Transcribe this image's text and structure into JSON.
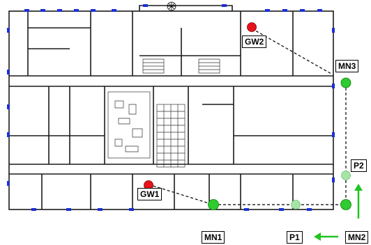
{
  "colors": {
    "gateway": "#e8121c",
    "mesh_node": "#2ecc2e",
    "probe_node": "#a6e3a6",
    "link": "#000000",
    "arrow": "#22c322",
    "wall": "#1a1a1a",
    "window": "#1c2fd6"
  },
  "nodes": {
    "gw1": {
      "label": "GW1",
      "type": "gateway"
    },
    "gw2": {
      "label": "GW2",
      "type": "gateway"
    },
    "mn1": {
      "label": "MN1",
      "type": "mesh_node"
    },
    "mn2": {
      "label": "MN2",
      "type": "mesh_node"
    },
    "mn3": {
      "label": "MN3",
      "type": "mesh_node"
    },
    "p1": {
      "label": "P1",
      "type": "probe_position"
    },
    "p2": {
      "label": "P2",
      "type": "probe_position"
    }
  },
  "icons": {
    "arrow_left": "arrow-left-icon",
    "arrow_up": "arrow-up-icon",
    "compass": "compass-rose-icon"
  }
}
